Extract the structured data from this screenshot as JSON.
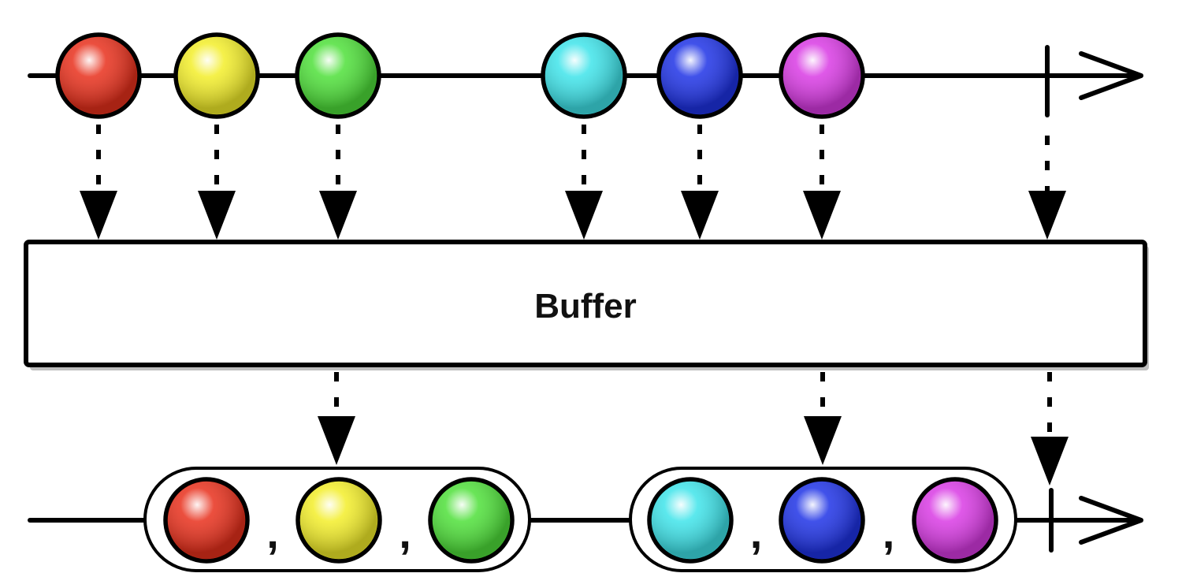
{
  "operator": {
    "label": "Buffer"
  },
  "separator": ",",
  "colors": {
    "red": "#e8301c",
    "yellow": "#f3ee2a",
    "green": "#4fe03a",
    "cyan": "#3fe4ea",
    "blue": "#1f33e6",
    "magenta": "#d93be4"
  },
  "input_marbles": [
    "red",
    "yellow",
    "green",
    "cyan",
    "blue",
    "magenta"
  ],
  "output_groups": [
    [
      "red",
      "yellow",
      "green"
    ],
    [
      "cyan",
      "blue",
      "magenta"
    ]
  ]
}
